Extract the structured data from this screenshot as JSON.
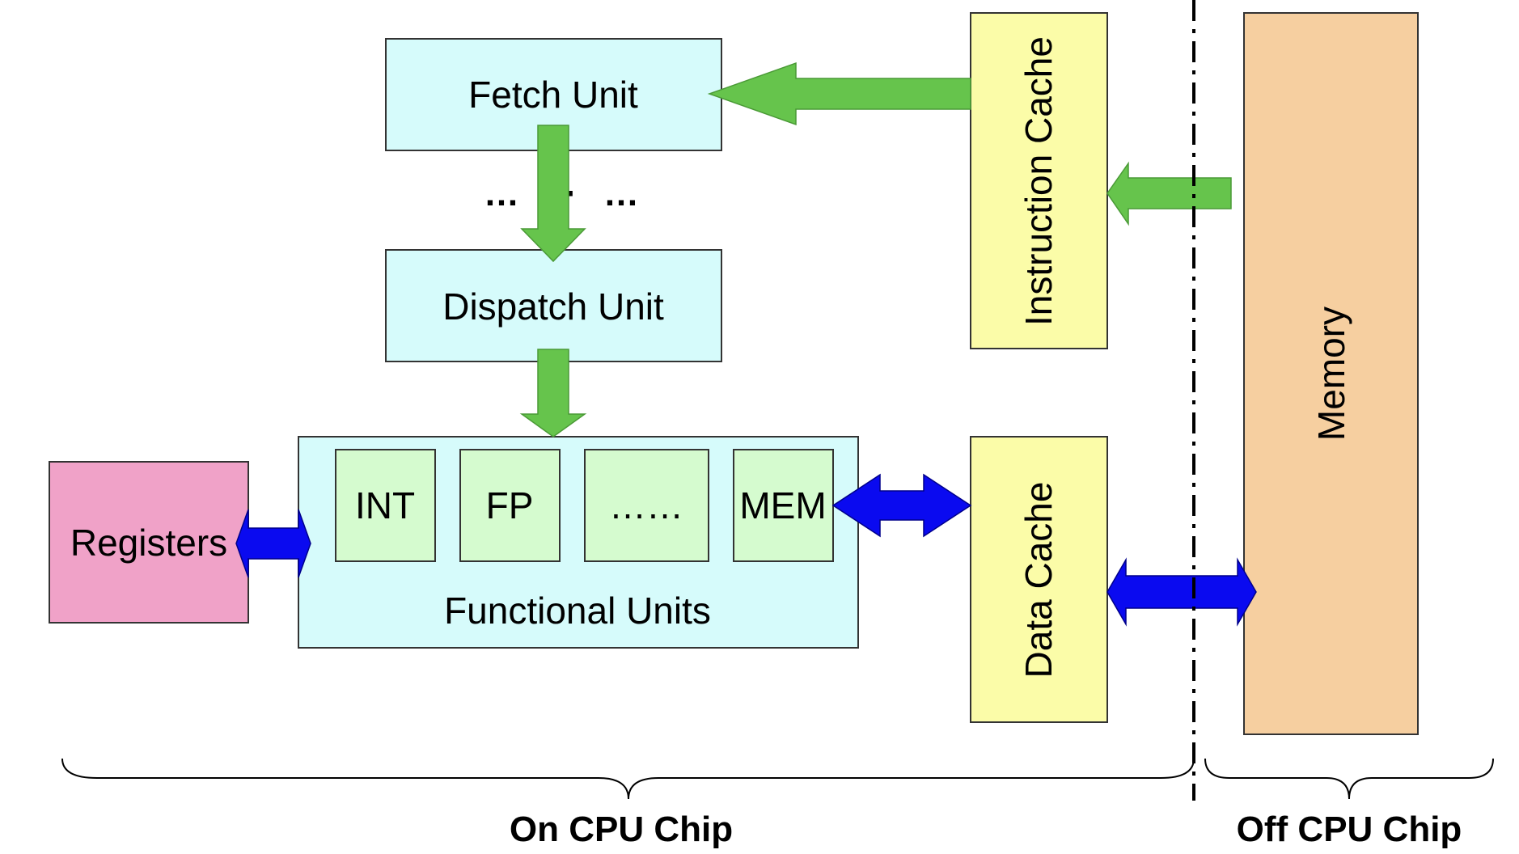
{
  "units": {
    "fetch": "Fetch Unit",
    "dispatch": "Dispatch Unit",
    "functional": "Functional Units",
    "int": "INT",
    "fp": "FP",
    "more": "……",
    "mem": "MEM",
    "registers": "Registers",
    "instruction_cache": "Instruction Cache",
    "data_cache": "Data Cache",
    "memory": "Memory"
  },
  "ellipsis": {
    "left": "…",
    "middle": "·",
    "right": "…"
  },
  "regions": {
    "on_chip": "On CPU Chip",
    "off_chip": "Off CPU Chip"
  },
  "colors": {
    "cyan_box": "#d6fbfb",
    "green_box": "#d5fbcf",
    "pink_box": "#f0a2c8",
    "yellow_box": "#fbfca8",
    "orange_box": "#f6cfa0",
    "green_arrow": "#66c44c",
    "blue_arrow": "#0a0af0"
  }
}
